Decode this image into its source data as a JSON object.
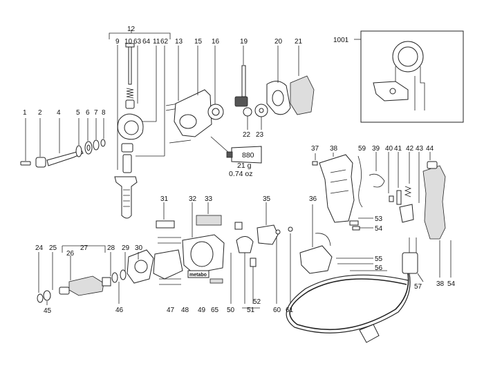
{
  "callouts": [
    {
      "id": "c1",
      "text": "1"
    },
    {
      "id": "c2",
      "text": "2"
    },
    {
      "id": "c4",
      "text": "4"
    },
    {
      "id": "c5",
      "text": "5"
    },
    {
      "id": "c6",
      "text": "6"
    },
    {
      "id": "c7",
      "text": "7"
    },
    {
      "id": "c8",
      "text": "8"
    },
    {
      "id": "c9",
      "text": "9"
    },
    {
      "id": "c10",
      "text": "10"
    },
    {
      "id": "c12",
      "text": "12"
    },
    {
      "id": "c63",
      "text": "63"
    },
    {
      "id": "c64",
      "text": "64"
    },
    {
      "id": "c11",
      "text": "11"
    },
    {
      "id": "c62",
      "text": "62"
    },
    {
      "id": "c13",
      "text": "13"
    },
    {
      "id": "c15",
      "text": "15"
    },
    {
      "id": "c16",
      "text": "16"
    },
    {
      "id": "c19",
      "text": "19"
    },
    {
      "id": "c20",
      "text": "20"
    },
    {
      "id": "c21",
      "text": "21"
    },
    {
      "id": "c22",
      "text": "22"
    },
    {
      "id": "c23",
      "text": "23"
    },
    {
      "id": "c1001",
      "text": "1001"
    },
    {
      "id": "c37",
      "text": "37"
    },
    {
      "id": "c38a",
      "text": "38"
    },
    {
      "id": "c59",
      "text": "59"
    },
    {
      "id": "c39",
      "text": "39"
    },
    {
      "id": "c40",
      "text": "40"
    },
    {
      "id": "c41",
      "text": "41"
    },
    {
      "id": "c42",
      "text": "42"
    },
    {
      "id": "c43",
      "text": "43"
    },
    {
      "id": "c44",
      "text": "44"
    },
    {
      "id": "c31",
      "text": "31"
    },
    {
      "id": "c32",
      "text": "32"
    },
    {
      "id": "c33",
      "text": "33"
    },
    {
      "id": "c35",
      "text": "35"
    },
    {
      "id": "c36",
      "text": "36"
    },
    {
      "id": "c53",
      "text": "53"
    },
    {
      "id": "c54a",
      "text": "54"
    },
    {
      "id": "c24",
      "text": "24"
    },
    {
      "id": "c25",
      "text": "25"
    },
    {
      "id": "c27",
      "text": "27"
    },
    {
      "id": "c26",
      "text": "26"
    },
    {
      "id": "c28",
      "text": "28"
    },
    {
      "id": "c29",
      "text": "29"
    },
    {
      "id": "c30",
      "text": "30"
    },
    {
      "id": "c55",
      "text": "55"
    },
    {
      "id": "c56",
      "text": "56"
    },
    {
      "id": "c38b",
      "text": "38"
    },
    {
      "id": "c54b",
      "text": "54"
    },
    {
      "id": "c57",
      "text": "57"
    },
    {
      "id": "c45",
      "text": "45"
    },
    {
      "id": "c46",
      "text": "46"
    },
    {
      "id": "c47",
      "text": "47"
    },
    {
      "id": "c48",
      "text": "48"
    },
    {
      "id": "c49",
      "text": "49"
    },
    {
      "id": "c65",
      "text": "65"
    },
    {
      "id": "c50",
      "text": "50"
    },
    {
      "id": "c51",
      "text": "51"
    },
    {
      "id": "c52",
      "text": "52"
    },
    {
      "id": "c60",
      "text": "60"
    },
    {
      "id": "c61",
      "text": "61"
    }
  ],
  "grease_tube": {
    "label": "880",
    "weight_g": "21 g",
    "weight_oz": "0.74 oz"
  },
  "brand_label": "metabo"
}
